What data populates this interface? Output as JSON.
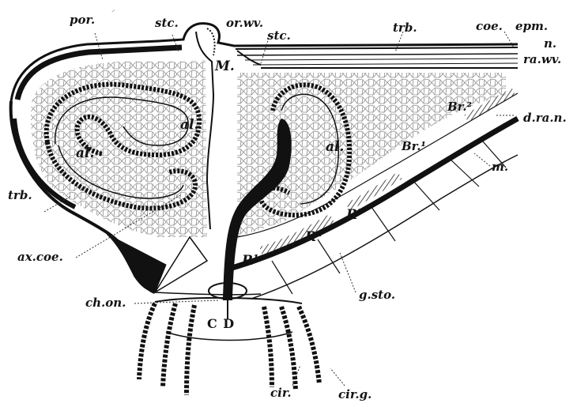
{
  "figure": {
    "labels": {
      "por": "por.",
      "stc_left": "stc.",
      "or_wv": "or.wv.",
      "stc_right": "stc.",
      "trb_top": "trb.",
      "coe": "coe.",
      "epm": "epm.",
      "n": "n.",
      "ra_wv": "ra.wv.",
      "M": "M.",
      "al_left": "al.",
      "al_center": "al.",
      "al_right": "al.",
      "d_ra_n": "d.ra.n.",
      "Br2": "Br.²",
      "Br1": "Br.¹",
      "m": "m.",
      "trb_left": "trb.",
      "R3": "R³",
      "R2": "R²",
      "R1": "R¹",
      "ax_coe": "ax.coe.",
      "g_sto": "g.sto.",
      "ch_on": "ch.on.",
      "CD": "C D",
      "cir": "cir.",
      "cir_g": "cir.g."
    },
    "colors": {
      "ink": "#141414",
      "paper": "#ffffff",
      "shade": "#2a2a2a"
    }
  }
}
